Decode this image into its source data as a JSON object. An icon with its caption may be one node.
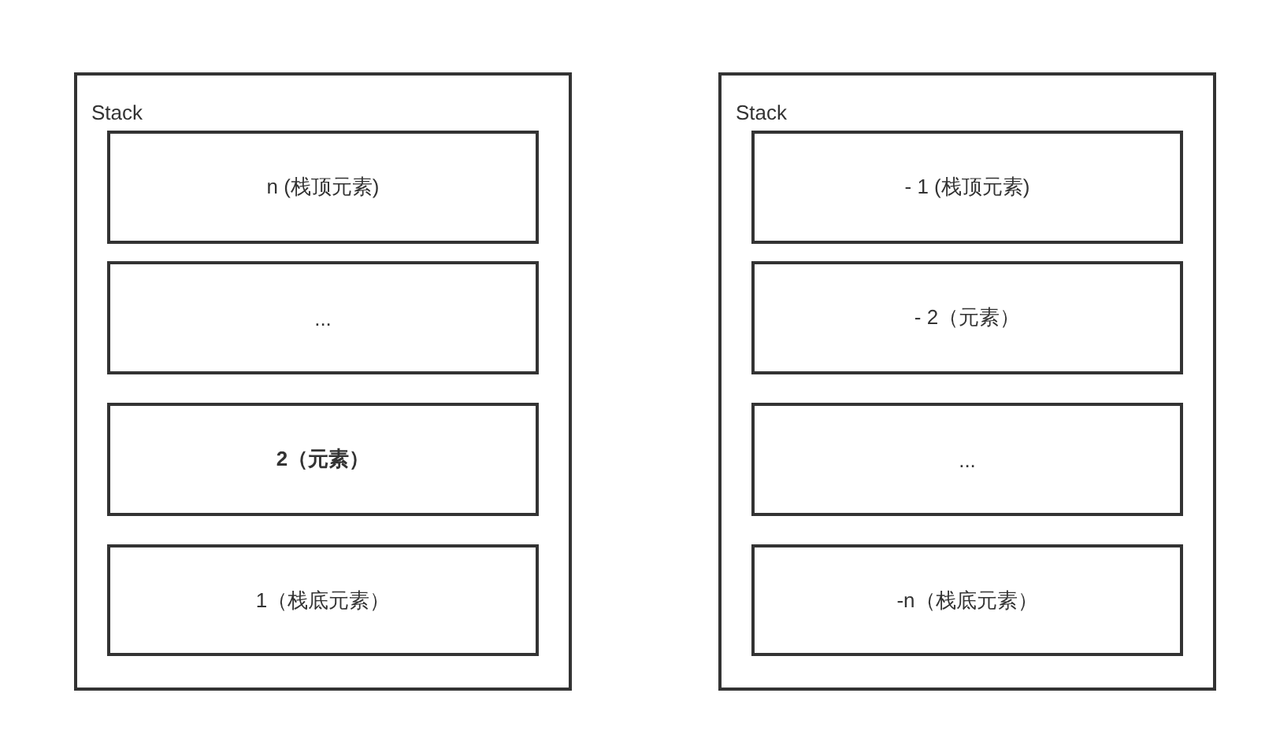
{
  "diagram": {
    "nodes": [
      {
        "text": [
          "Stack"
        ]
      },
      {
        "text": [
          "n (栈顶元素)"
        ],
        "in": 0
      },
      {
        "text": [
          "..."
        ],
        "in": 0
      },
      {
        "text": [
          "2（元素）"
        ],
        "in": 0
      },
      {
        "text": [
          "1（栈底元素）"
        ],
        "in": 0
      },
      {
        "text": [
          "Stack"
        ]
      },
      {
        "text": [
          "- 1 (栈顶元素)"
        ],
        "in": 5
      },
      {
        "text": [
          "- 2（元素）"
        ],
        "in": 5
      },
      {
        "text": [
          "..."
        ],
        "in": 5
      },
      {
        "text": [
          "-n（栈底元素）"
        ],
        "in": 5
      }
    ]
  }
}
